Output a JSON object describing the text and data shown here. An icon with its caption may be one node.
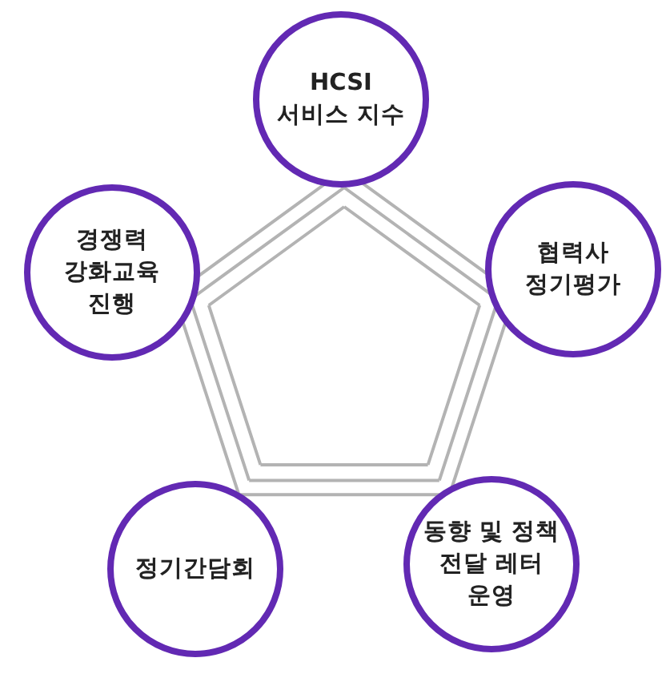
{
  "diagram": {
    "nodes": [
      {
        "text": [
          "HCSI 서비스 지수"
        ]
      },
      {
        "text": [
          "협력사 정기평가"
        ]
      },
      {
        "text": [
          "동향 및 정책 전달 레터 운영"
        ]
      },
      {
        "text": [
          "정기간담회"
        ]
      },
      {
        "text": [
          "경쟁력 강화교육 진행"
        ]
      }
    ],
    "edges": [
      {
        "from": 0,
        "to": 1,
        "arrow": "none"
      },
      {
        "from": 1,
        "to": 2,
        "arrow": "none"
      },
      {
        "from": 2,
        "to": 3,
        "arrow": "none"
      },
      {
        "from": 3,
        "to": 4,
        "arrow": "none"
      },
      {
        "from": 4,
        "to": 0,
        "arrow": "none"
      }
    ]
  }
}
